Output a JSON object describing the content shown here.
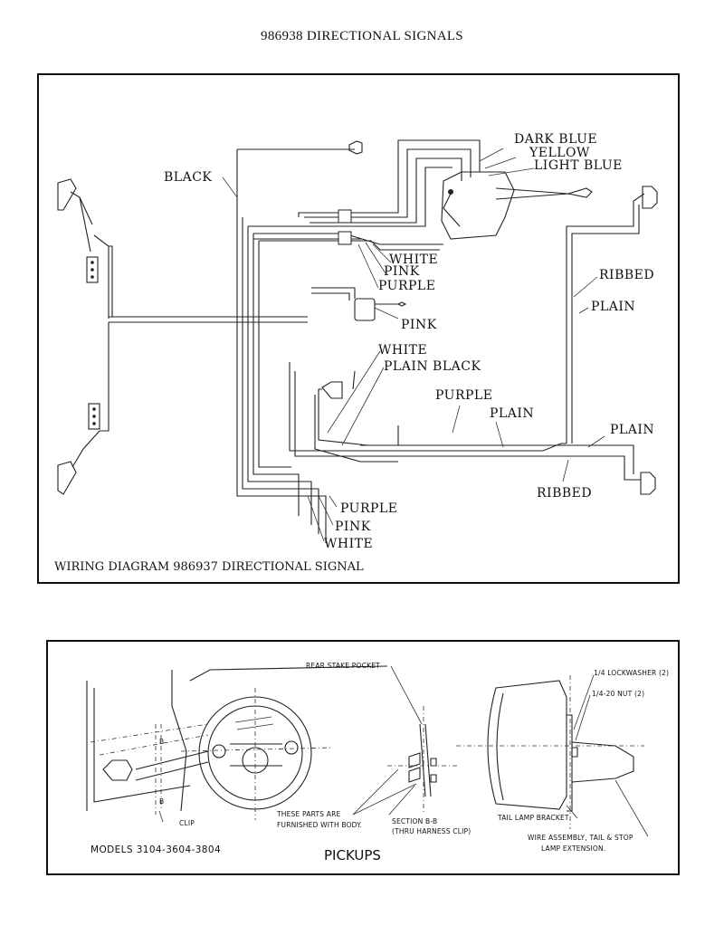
{
  "page_title": "986938 DIRECTIONAL SIGNALS",
  "wiring_diagram": {
    "caption": "WIRING DIAGRAM 986937 DIRECTIONAL SIGNAL",
    "labels": {
      "dark_blue": "DARK BLUE",
      "yellow": "YELLOW",
      "light_blue": "LIGHT BLUE",
      "black": "BLACK",
      "white_upper": "WHITE",
      "pink_upper": "PINK",
      "purple_upper": "PURPLE",
      "pink_mid": "PINK",
      "ribbed_upper": "RIBBED",
      "plain_upper": "PLAIN",
      "white_mid": "WHITE",
      "plain_black": "PLAIN BLACK",
      "purple_mid": "PURPLE",
      "plain_mid": "PLAIN",
      "plain_right": "PLAIN",
      "ribbed_lower": "RIBBED",
      "purple_lower": "PURPLE",
      "pink_lower": "PINK",
      "white_lower": "WHITE"
    }
  },
  "pickups_diagram": {
    "title": "PICKUPS",
    "models": "MODELS 3104-3604-3804",
    "labels": {
      "rear_stake_pocket": "REAR STAKE POCKET",
      "lockwasher": "1/4 LOCKWASHER (2)",
      "nut": "1/4-20 NUT (2)",
      "clip": "CLIP",
      "section_b_top": "B",
      "section_b_bottom": "B",
      "parts_line1": "THESE PARTS ARE",
      "parts_line2": "FURNISHED WITH BODY.",
      "section_line1": "SECTION B-B",
      "section_line2": "(THRU HARNESS CLIP)",
      "tail_lamp_bracket": "TAIL LAMP BRACKET",
      "wire_line1": "WIRE ASSEMBLY, TAIL & STOP",
      "wire_line2": "LAMP EXTENSION."
    }
  }
}
